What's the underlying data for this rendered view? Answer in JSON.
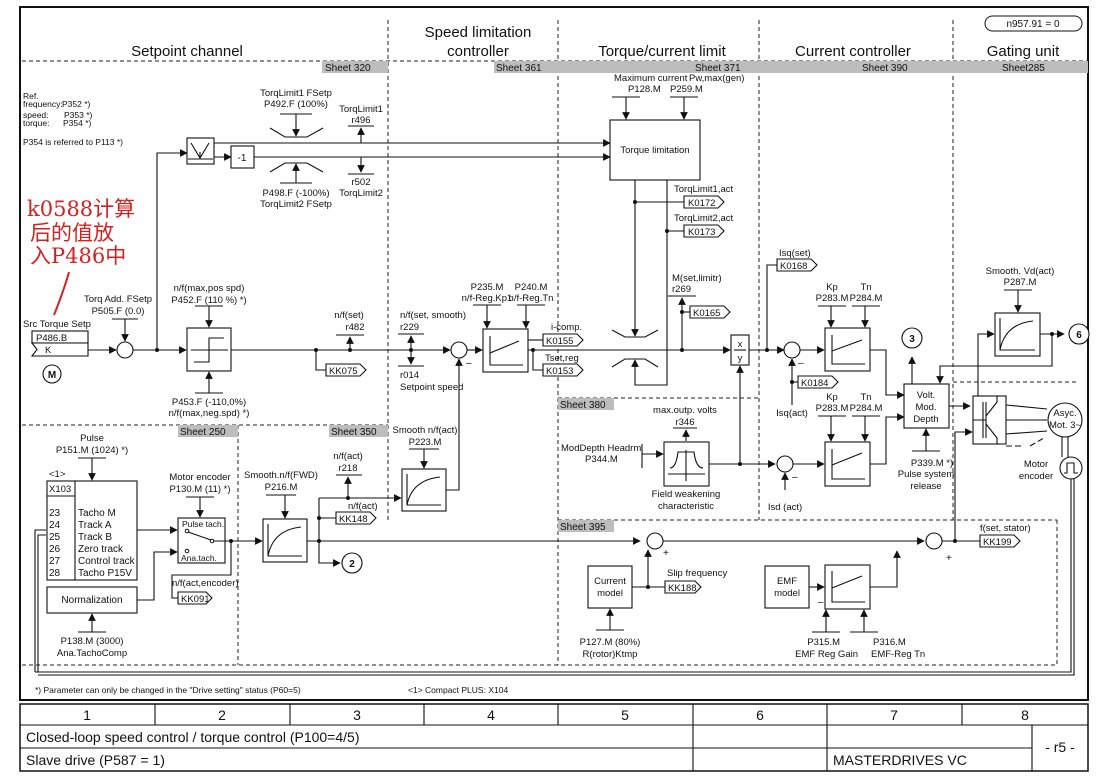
{
  "top_badge": "n957.91 = 0",
  "sections": [
    {
      "title": "Setpoint channel",
      "sheet": "Sheet 320"
    },
    {
      "title_line1": "Speed limitation",
      "title_line2": "controller",
      "sheet": "Sheet 361"
    },
    {
      "title": "Torque/current limit",
      "sheet": "Sheet 371"
    },
    {
      "title": "Current controller",
      "sheet": "Sheet 390"
    },
    {
      "title": "Gating unit",
      "sheet": "Sheet285"
    }
  ],
  "sub_sheets": {
    "s250": "Sheet 250",
    "s350": "Sheet 350",
    "s380": "Sheet 380",
    "s395": "Sheet 395"
  },
  "ref_notes": {
    "ref": "Ref.",
    "frequency_label": "frequency:",
    "frequency_val": "P352 *)",
    "speed_label": "speed:",
    "speed_val": "P353 *)",
    "torque_label": "torque:",
    "torque_val": "P354 *)",
    "p354_note": "P354 is referred to P113 *)"
  },
  "annotation_cn": [
    "k0588计算",
    "后的值放",
    "入P486中"
  ],
  "setpoint": {
    "src_label": "Src Torque Setp",
    "src_param": "P486.B",
    "src_conn": "K",
    "motor_symbol": "M",
    "torq_add_label": "Torq Add. FSetp",
    "torq_add_param": "P505.F (0.0)",
    "limit_pos_label": "n/f(max,pos spd)",
    "limit_pos_param": "P452.F (110 %) *)",
    "limit_neg_param": "P453.F (-110,0%)",
    "limit_neg_label": "n/f(max,neg.spd) *)",
    "nset_label": "n/f(set)",
    "nset_param": "r482",
    "kk075": "KK075",
    "neg_one": "-1",
    "tl1_label": "TorqLimit1 FSetp",
    "tl1_param": "P492.F (100%)",
    "tl1_r_label": "TorqLimit1",
    "tl1_r_param": "r496",
    "tl2_param": "P498.F (-100%)",
    "tl2_label": "TorqLimit2 FSetp",
    "tl2_r_param": "r502",
    "tl2_r_label": "TorqLimit2"
  },
  "speed_ctrl": {
    "nsmooth_label": "n/f(set, smooth)",
    "nsmooth_param": "r229",
    "r014": "r014",
    "setpoint_speed": "Setpoint speed",
    "kp_param": "P235.M",
    "kp_label": "n/f-Reg.Kp1",
    "tn_param": "P240.M",
    "tn_label": "n/f-Reg.Tn",
    "icomp_label": "i-comp.",
    "icomp_conn": "K0155",
    "tset_label": "Tset,reg",
    "tset_conn": "K0153",
    "smooth_act_label": "Smooth n/f(act)",
    "smooth_act_param": "P223.M"
  },
  "torque_limit": {
    "max_current_label": "Maximum current",
    "max_current_param": "P128.M",
    "pwmax_label": "Pw,max(gen)",
    "pwmax_param": "P259.M",
    "block_label": "Torque limitation",
    "tl1_act_label": "TorqLimit1,act",
    "tl1_act_conn": "K0172",
    "tl2_act_label": "TorqLimit2,act",
    "tl2_act_conn": "K0173",
    "mset_label": "M(set,limitr)",
    "mset_param": "r269",
    "mset_conn": "K0165",
    "div_x": "x",
    "div_y": "y"
  },
  "field_weakening": {
    "max_volts_label": "max.outp. volts",
    "max_volts_param": "r346",
    "headrm_label": "ModDepth Headrm",
    "headrm_param": "P344.M",
    "caption1": "Field weakening",
    "caption2": "characteristic"
  },
  "current_ctrl": {
    "isq_set_label": "Isq(set)",
    "isq_set_conn": "K0168",
    "kp_label": "Kp",
    "kp_param": "P283.M",
    "tn_label": "Tn",
    "tn_param": "P284.M",
    "k0184": "K0184",
    "isq_act": "Isq(act)",
    "isd_act": "Isd (act)",
    "volt_mod": [
      "Volt.",
      "Mod.",
      "Depth"
    ],
    "p339": "P339.M *)",
    "pulse_release1": "Pulse system",
    "pulse_release2": "release",
    "conn3": "3"
  },
  "gating": {
    "smooth_vd_label": "Smooth. Vd(act)",
    "smooth_vd_param": "P287.M",
    "conn6": "6",
    "motor1": "Asyc.",
    "motor2": "Mot. 3~",
    "encoder1": "Motor",
    "encoder2": "encoder"
  },
  "encoder": {
    "pulse_label": "Pulse",
    "pulse_param": "P151.M (1024) *)",
    "note1": "<1>",
    "terminal": "X103",
    "pins": [
      {
        "n": "23",
        "label": "Tacho M"
      },
      {
        "n": "24",
        "label": "Track A"
      },
      {
        "n": "25",
        "label": "Track B"
      },
      {
        "n": "26",
        "label": "Zero track"
      },
      {
        "n": "27",
        "label": "Control track"
      },
      {
        "n": "28",
        "label": "Tacho P15V"
      }
    ],
    "normalization": "Normalization",
    "tacho_param": "P138.M (3000)",
    "tacho_label": "Ana.TachoComp",
    "motor_enc_label": "Motor encoder",
    "motor_enc_param": "P130.M (11) *)",
    "pulse_tach": "Pulse tach.",
    "ana_tach": "Ana.tach.",
    "nact_enc_label": "n/f(act,encoder)",
    "nact_enc_conn": "KK091"
  },
  "smoothing": {
    "fwd_label": "Smooth.n/f(FWD)",
    "fwd_param": "P216.M",
    "nact_label": "n/f(act)",
    "nact_param": "r218",
    "nact2_label": "n/f(act)",
    "nact2_conn": "KK148",
    "conn2": "2"
  },
  "slip": {
    "current_model": [
      "Current",
      "model"
    ],
    "slip_label": "Slip frequency",
    "slip_conn": "KK188",
    "rotor_param": "P127.M (80%)",
    "rotor_label": "R(rotor)Ktmp",
    "emf_model": [
      "EMF",
      "model"
    ],
    "emf_gain_param": "P315.M",
    "emf_gain_label": "EMF Reg Gain",
    "emf_tn_param": "P316.M",
    "emf_tn_label": "EMF-Reg Tn",
    "fstator_label": "f(set, stator)",
    "fstator_conn": "KK199",
    "plus": "+",
    "minus": "–"
  },
  "footnote": "*) Parameter can only be changed in the \"Drive setting\" status (P60=5)",
  "footnote2": "<1>  Compact PLUS: X104",
  "title_block": {
    "columns": [
      "1",
      "2",
      "3",
      "4",
      "5",
      "6",
      "7",
      "8"
    ],
    "row1": "Closed-loop speed control / torque control (P100=4/5)",
    "row2": "Slave drive (P587 = 1)",
    "product": "MASTERDRIVES VC",
    "page": "- r5 -"
  }
}
